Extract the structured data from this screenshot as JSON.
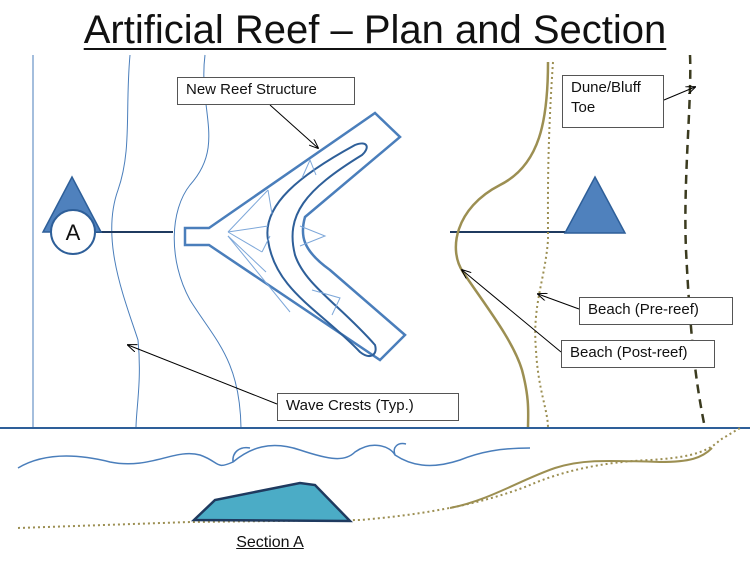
{
  "title": "Artificial Reef – Plan and Section",
  "labels": {
    "new_reef": "New Reef Structure",
    "dune_line1": "Dune/Bluff",
    "dune_line2": "Toe",
    "beach_pre": "Beach (Pre-reef)",
    "beach_post": "Beach (Post-reef)",
    "wave_crests": "Wave Crests (Typ.)",
    "section_a": "Section A",
    "marker_a": "A"
  },
  "colors": {
    "wave_line": "#4a7ebb",
    "reef_outline": "#4a7ebb",
    "reef_fill": "#4bacc6",
    "marker_fill": "#4f81bd",
    "beach_post": "#9c8f52",
    "beach_pre": "#9c8f52",
    "dune_toe": "#3b3b1f",
    "ground": "#9c8f52"
  }
}
